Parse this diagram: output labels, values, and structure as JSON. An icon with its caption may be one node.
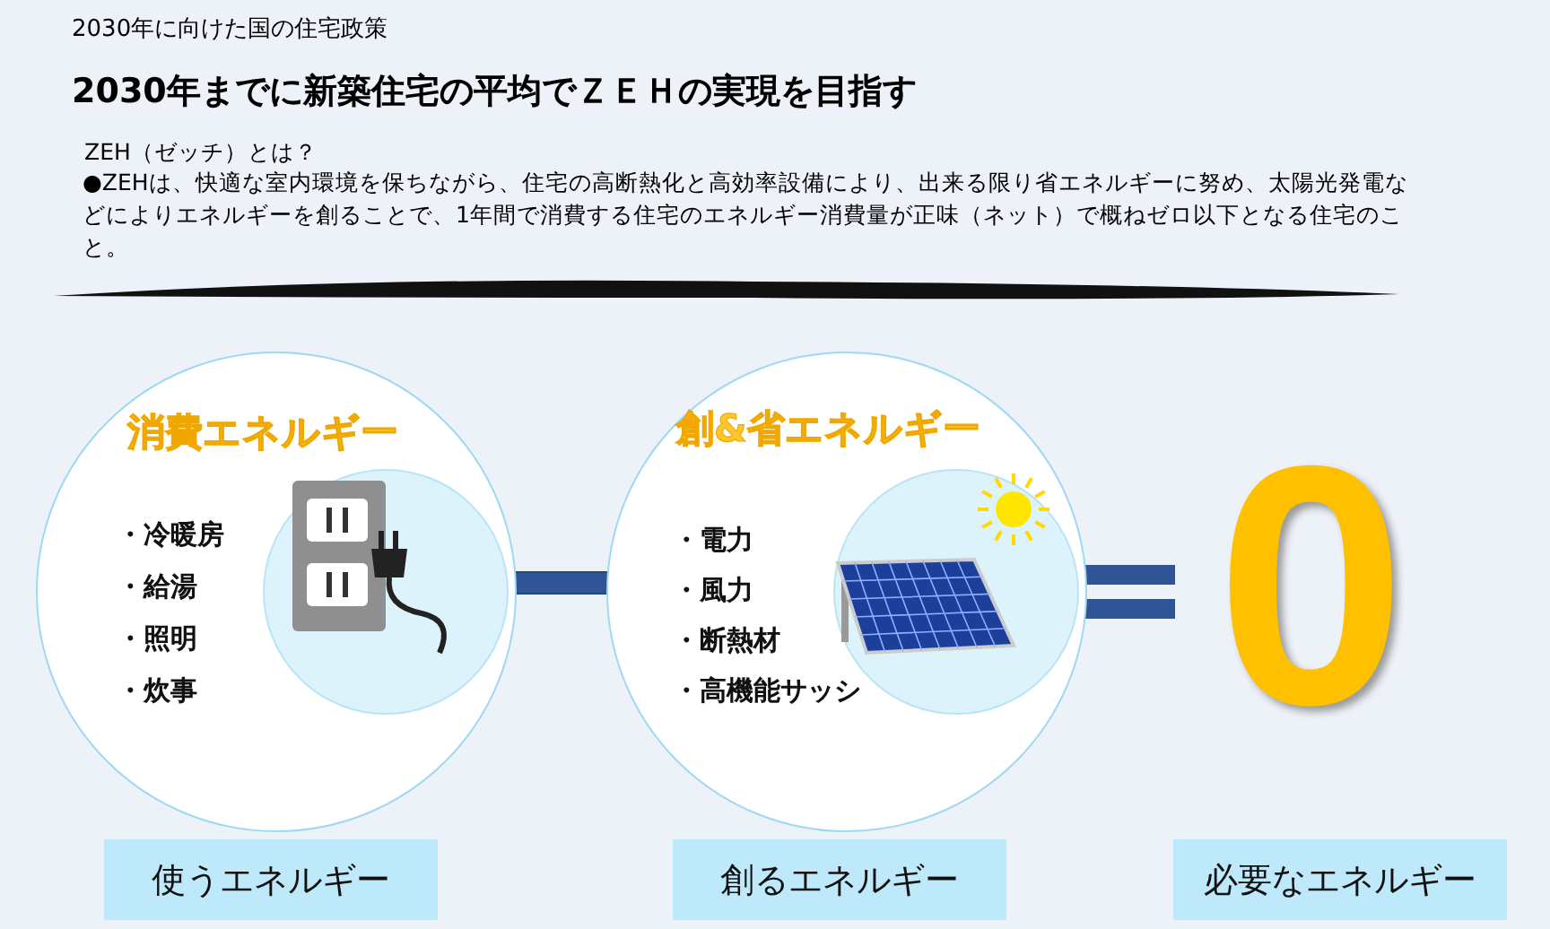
{
  "diagram": {
    "title": "2030年までに新築住宅の平均でＺＥＨの実現を目指す",
    "nodes": [
      {
        "text": [
          "消費エネルギー",
          "・冷暖房",
          "・給湯",
          "・照明",
          "・炊事"
        ]
      },
      {
        "text": [
          "使うエネルギー"
        ]
      },
      {
        "text": [
          "創&省エネルギー",
          "・電力",
          "・風力",
          "・断熱材",
          "・高機能サッシ"
        ]
      },
      {
        "text": [
          "創るエネルギー"
        ]
      },
      {
        "text": [
          "必要なエネルギー"
        ]
      }
    ],
    "labels": [
      "2030年に向けた国の住宅政策",
      "ZEH（ゼッチ）とは？",
      "●ZEHは、快適な室内環境を保ちながら、住宅の高断熱化と高効率設備により、出来る限り省エネルギーに努め、太陽光発電などによりエネルギーを創ることで、1年間で消費する住宅のエネルギー消費量が正味（ネット）で概ねゼロ以下となる住宅のこと。",
      "0"
    ]
  }
}
